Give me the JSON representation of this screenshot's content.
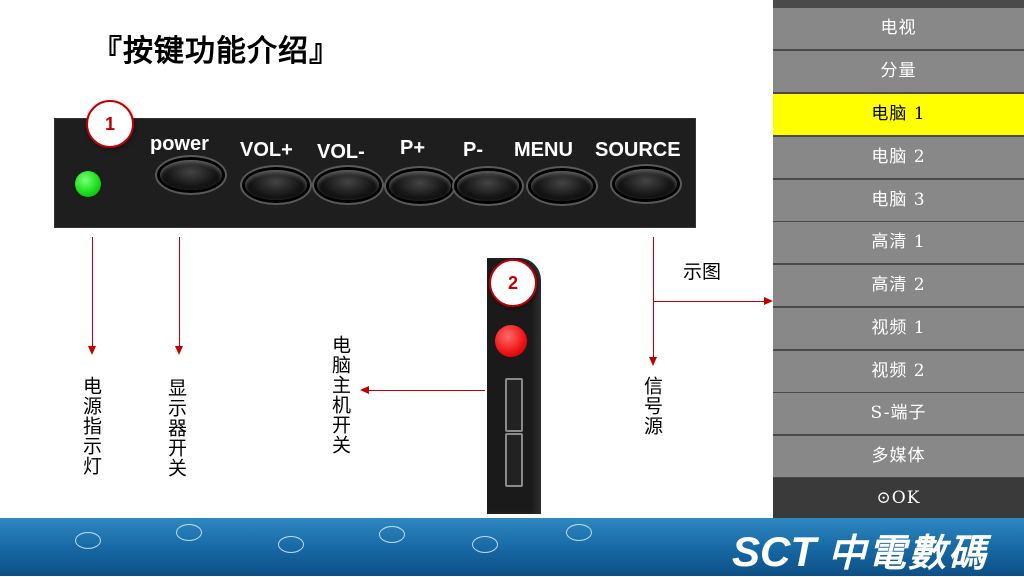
{
  "title": "『按键功能介绍』",
  "panel": {
    "badge": "1",
    "buttons": [
      "power",
      "VOL+",
      "VOL-",
      "P+",
      "P-",
      "MENU",
      "SOURCE"
    ]
  },
  "side_panel": {
    "badge": "2"
  },
  "annotations": {
    "power_indicator": "电源指示灯",
    "display_switch": "显示器开关",
    "host_switch": "电脑主机开关",
    "signal_source": "信号源",
    "diagram": "示图"
  },
  "source_menu": {
    "items": [
      "电视",
      "分量",
      "电脑 1",
      "电脑 2",
      "电脑 3",
      "高清 1",
      "高清 2",
      "视频 1",
      "视频 2",
      "S-端子",
      "多媒体",
      "⊙OK"
    ],
    "selected": "电脑 1"
  },
  "footer": {
    "brand_latin": "SCT",
    "brand_cn": "中電數碼"
  },
  "colors": {
    "accent_red": "#c00000",
    "menu_highlight": "#ffff00",
    "menu_item_bg": "#888888",
    "footer_blue": "#1667a3",
    "led_green": "#18e01a"
  }
}
